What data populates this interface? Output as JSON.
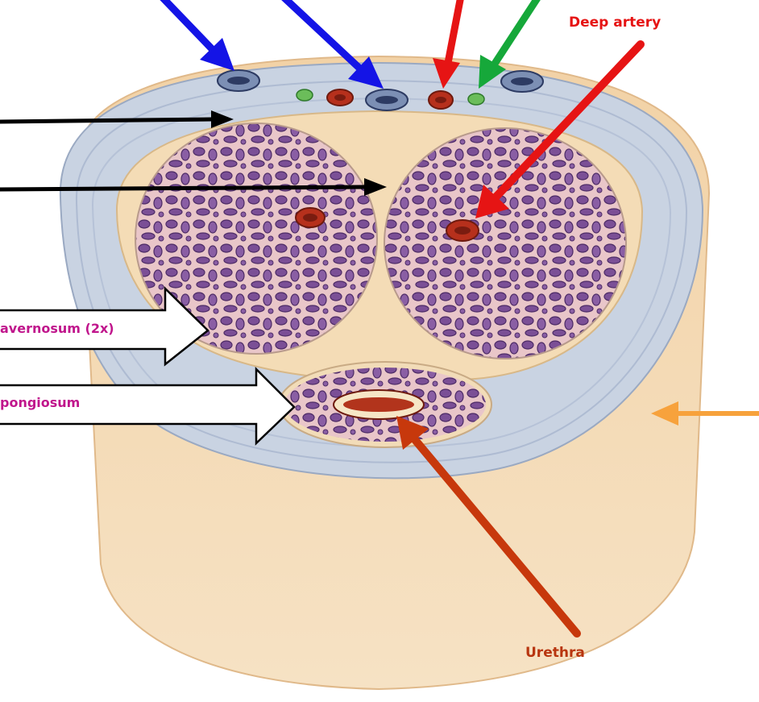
{
  "labels": {
    "deep_artery": "Deep artery",
    "urethra": "Urethra",
    "corpus_cavernosum": "avernosum (2x)",
    "corpus_spongiosum": "pongiosum"
  },
  "colors": {
    "deep_artery_label": "#e61414",
    "urethra_label": "#b8350f",
    "callout_text": "#c0168c",
    "arrow_blue": "#1414e6",
    "arrow_red": "#e61414",
    "arrow_green": "#16a83a",
    "arrow_orange": "#f7a23c",
    "arrow_urethra": "#c7380c",
    "arrow_black": "#000000"
  }
}
